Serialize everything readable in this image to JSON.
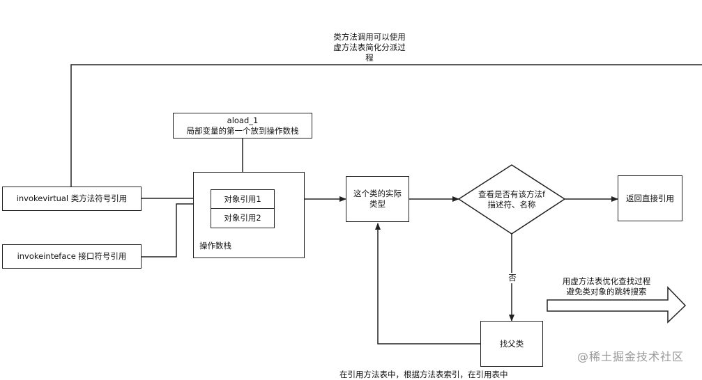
{
  "top_note": "类方法调用可以使用\n虚方法表简化分派过\n程",
  "aload": {
    "line1": "aload_1",
    "line2": "局部变量的第一个放到操作数栈"
  },
  "invokevirtual": "invokevirtual 类方法符号引用",
  "invokeinterface": "invokeinteface  接口符号引用",
  "operand_stack": {
    "ref1": "对象引用1",
    "ref2": "对象引用2",
    "label": "操作数栈"
  },
  "actual_type": "这个类的实际\n类型",
  "decision": "查看是否有该方法f\n描述符、名称",
  "return_ref": "返回直接引用",
  "no_label": "否",
  "find_parent": "找父类",
  "vtable_note": "用虚方法表优化查找过程\n避免类对象的跳转搜索",
  "bottom_cut": "在引用方法表中，根据方法表索引，在引用表中",
  "watermark": "@稀土掘金技术社区"
}
